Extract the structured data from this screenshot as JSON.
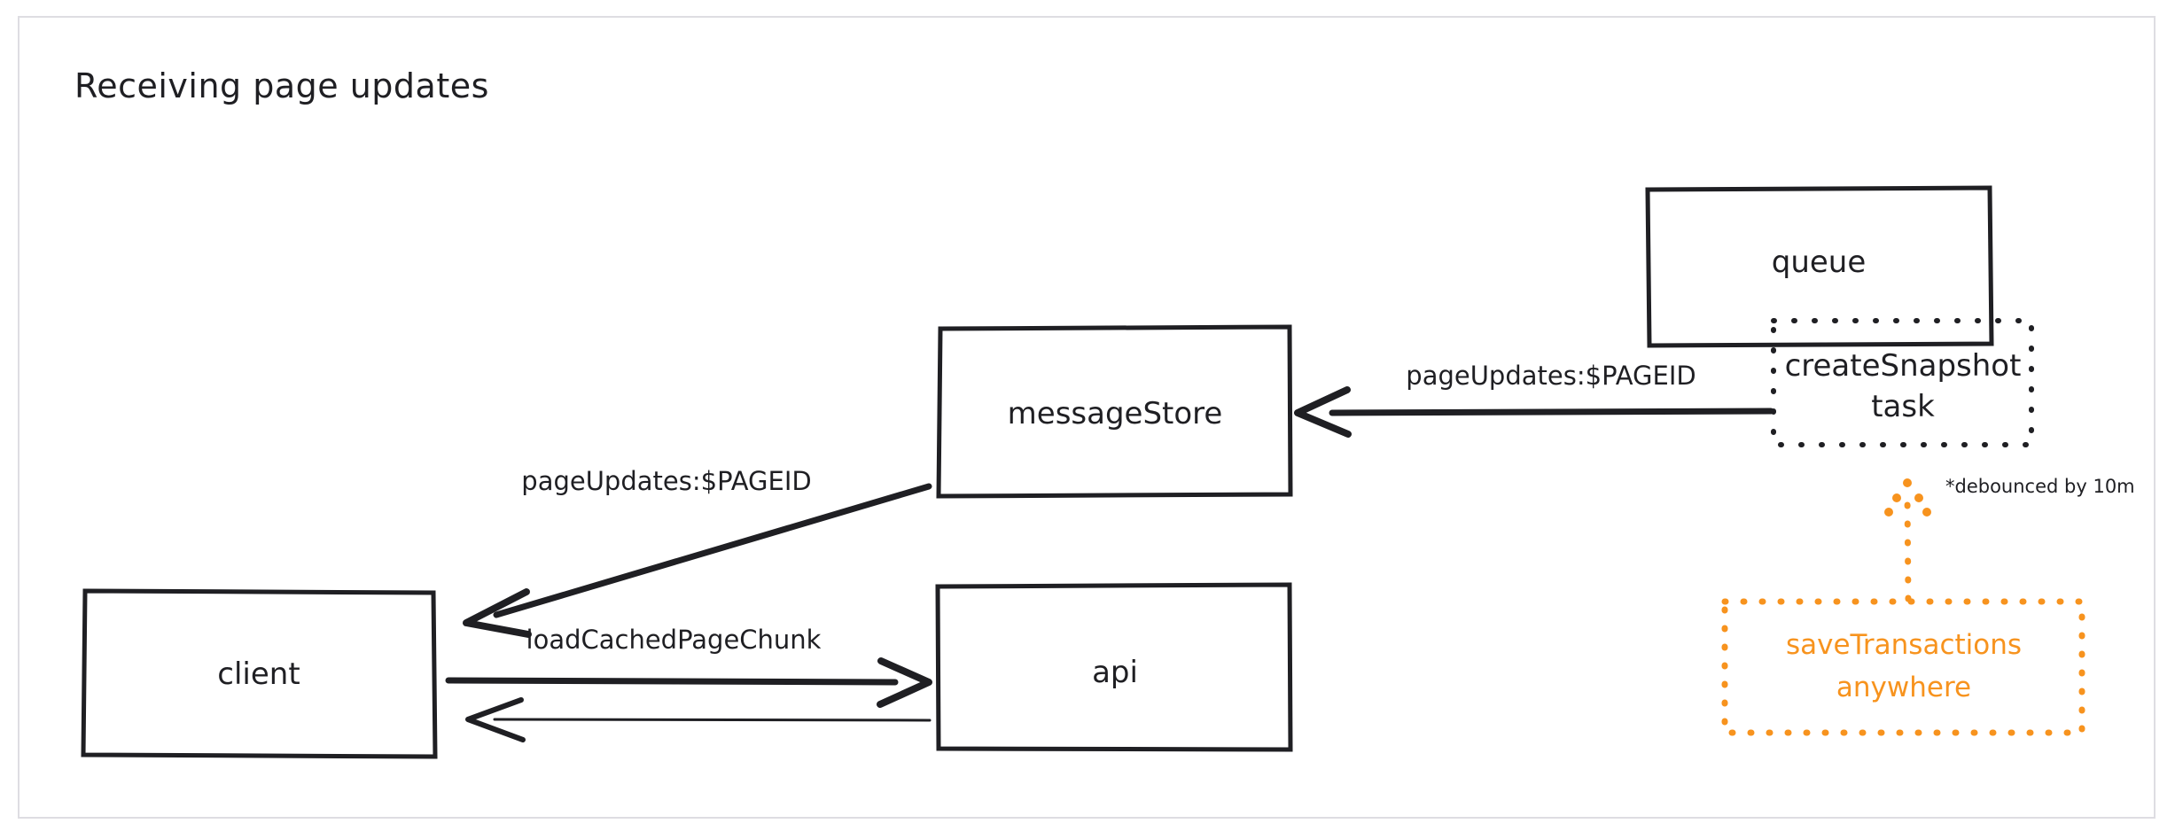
{
  "title": "Receiving page updates",
  "nodes": [
    {
      "id": "client",
      "label": "client",
      "style": "solid"
    },
    {
      "id": "messageStore",
      "label": "messageStore",
      "style": "solid"
    },
    {
      "id": "api",
      "label": "api",
      "style": "solid"
    },
    {
      "id": "queue",
      "label": "queue",
      "style": "solid"
    },
    {
      "id": "createSnapshotTask",
      "label": "createSnapshot task",
      "label_line1": "createSnapshot",
      "label_line2": "task",
      "style": "dotted"
    },
    {
      "id": "saveTransactionsAnywhere",
      "label": "saveTransactions anywhere",
      "label_line1": "saveTransactions",
      "label_line2": "anywhere",
      "style": "dotted-orange"
    }
  ],
  "edges": [
    {
      "id": "queue-to-messagestore",
      "label": "pageUpdates:$PAGEID",
      "from": "createSnapshotTask",
      "to": "messageStore",
      "style": "solid-arrow"
    },
    {
      "id": "messagestore-to-client",
      "label": "pageUpdates:$PAGEID",
      "from": "messageStore",
      "to": "client",
      "style": "solid-arrow"
    },
    {
      "id": "client-to-api",
      "label": "loadCachedPageChunk",
      "from": "client",
      "to": "api",
      "style": "solid-arrow"
    },
    {
      "id": "api-to-client",
      "label": "",
      "from": "api",
      "to": "client",
      "style": "thin-arrow"
    },
    {
      "id": "savetransactions-to-task",
      "label": "*debounced by 10m",
      "from": "saveTransactionsAnywhere",
      "to": "createSnapshotTask",
      "style": "dotted-orange-arrow"
    }
  ],
  "annotations": [
    {
      "id": "debounce-note",
      "text": "*debounced by 10m"
    }
  ],
  "colors": {
    "ink": "#1f1f23",
    "accent_orange": "#f7931e",
    "frame_border": "#dedde2",
    "background": "#ffffff"
  }
}
